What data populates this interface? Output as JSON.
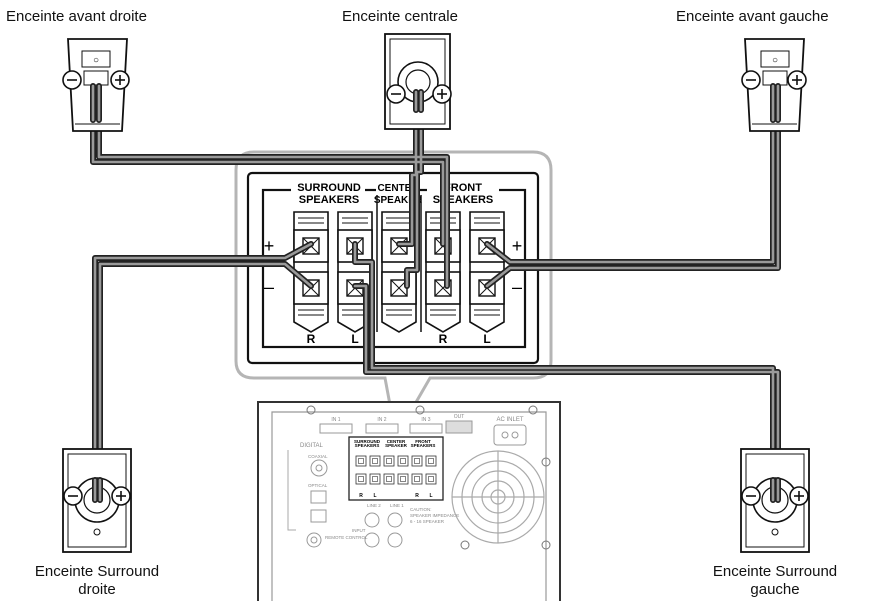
{
  "labels": {
    "front_right": "Enceinte avant droite",
    "center": "Enceinte centrale",
    "front_left": "Enceinte avant gauche",
    "surround_right_line1": "Enceinte Surround",
    "surround_right_line2": "droite",
    "surround_left_line1": "Enceinte Surround",
    "surround_left_line2": "gauche"
  },
  "panel": {
    "surround_line1": "SURROUND",
    "surround_line2": "SPEAKERS",
    "center_line1": "CENTER",
    "center_line2": "SPEAKER",
    "front_line1": "FRONT",
    "front_line2": "SPEAKERS",
    "plus": "+",
    "minus": "–",
    "r": "R",
    "l": "L"
  },
  "rear_panel": {
    "ac_inlet": "AC INLET",
    "digital": "DIGITAL",
    "coaxial": "COAXIAL",
    "optical": "OPTICAL",
    "input": "INPUT",
    "line2": "LINE 2",
    "line1": "LINE 1",
    "remote_control": "REMOTE CONTROL",
    "caution_line1": "CAUTION:",
    "caution_line2": "SPEAKER IMPEDANCE",
    "caution_line3": "6 - 16 SPEAKER",
    "in1": "IN 1",
    "in2": "IN 2",
    "in3": "IN 3",
    "out": "OUT"
  },
  "colors": {
    "wire_outer": "#222222",
    "wire_inner": "#9a9a9a",
    "callout": "#b5b5b5"
  }
}
